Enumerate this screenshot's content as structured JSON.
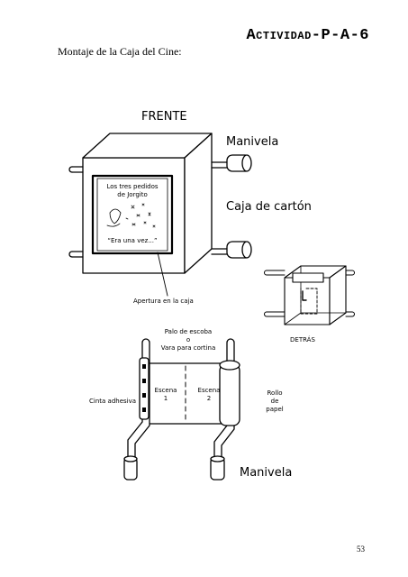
{
  "header": {
    "activity_prefix": "Actividad",
    "activity_code": "-P-A-6",
    "subtitle": "Montaje de la Caja del Cine:"
  },
  "diagram_labels": {
    "frente": "FRENTE",
    "manivela_top": "Manivela",
    "caja_carton": "Caja de cartón",
    "screen_title_1": "Los tres pedidos",
    "screen_title_2": "de Jorgito",
    "screen_caption": "“Era una vez...”",
    "apertura": "Apertura en la caja",
    "detras": "DETRÁS",
    "palo_1": "Palo de escoba",
    "palo_2": "o",
    "palo_3": "Vara para cortina",
    "cinta": "Cinta adhesiva",
    "escena1_a": "Escena",
    "escena1_b": "1",
    "escena2_a": "Escena",
    "escena2_b": "2",
    "rollo_1": "Rollo",
    "rollo_2": "de",
    "rollo_3": "papel",
    "manivela_bottom": "Manivela"
  },
  "footer": {
    "page_number": "53"
  }
}
